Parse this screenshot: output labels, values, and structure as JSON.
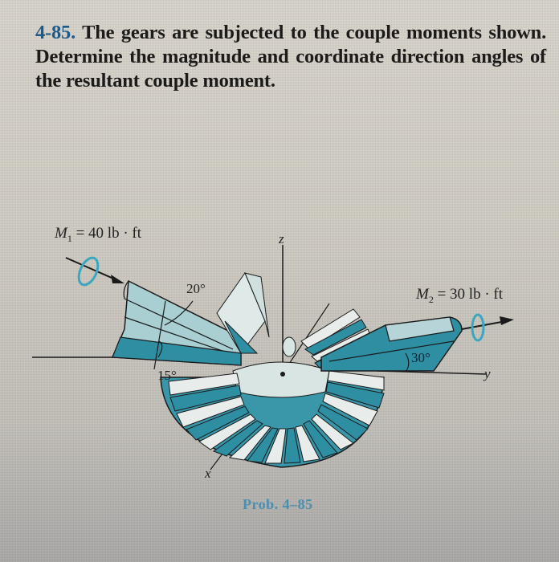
{
  "problem": {
    "number": "4-85.",
    "text": "The gears are subjected to the couple moments shown. Determine the magnitude and coordinate direction angles of the resultant couple moment."
  },
  "figure": {
    "moment1": {
      "symbol": "M",
      "subscript": "1",
      "label_rest": " = 40 lb · ft",
      "magnitude": 40,
      "unit": "lb · ft"
    },
    "moment2": {
      "symbol": "M",
      "subscript": "2",
      "label_rest": " = 30 lb · ft",
      "magnitude": 30,
      "unit": "lb · ft"
    },
    "angles": {
      "a20": "20°",
      "a15": "15°",
      "a30": "30°"
    },
    "axes": {
      "z": "z",
      "y": "y",
      "x": "x"
    },
    "colors": {
      "teal": "#2e8fa3",
      "teal_light": "#9fc9cf",
      "line": "#1a1a1a",
      "curl": "#3aa6bf"
    }
  },
  "caption": "Prob. 4–85"
}
